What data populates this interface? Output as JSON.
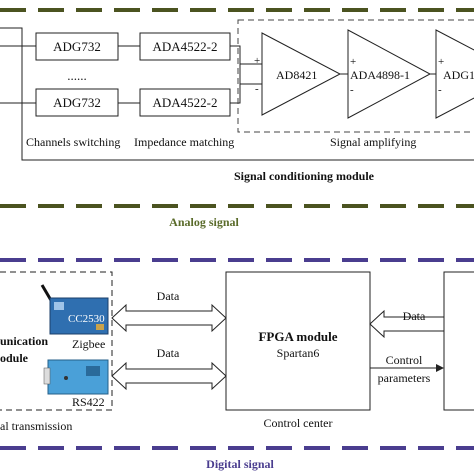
{
  "colors": {
    "analog_divider": "#4b5320",
    "digital_divider": "#4a3d8f",
    "analog_text": "#5a6b2a",
    "digital_text": "#4a3d8f",
    "zigbee_board": "#2f6fb0",
    "rs422_board": "#4aa0d8"
  },
  "analog": {
    "chip_top_1": "ADG732",
    "chip_bottom_1": "ADG732",
    "chip_top_2": "ADA4522-2",
    "chip_bottom_2": "ADA4522-2",
    "ellipsis": "......",
    "amp_1": "AD8421",
    "amp_2": "ADA4898-1",
    "amp_3": "ADG1",
    "plus": "+",
    "minus": "-",
    "label_channels": "Channels switching",
    "label_impedance": "Impedance matching",
    "label_amplifying": "Signal amplifying",
    "module_title": "Signal conditioning module",
    "section_label": "Analog signal"
  },
  "digital": {
    "comm_title_line1": "unication",
    "comm_title_line2": "odule",
    "cc2530_label": "CC2530",
    "zigbee_label": "Zigbee",
    "rs422_label": "RS422",
    "transmission_label": "al transmission",
    "data_label_1": "Data",
    "data_label_2": "Data",
    "data_label_3": "Data",
    "fpga_title": "FPGA module",
    "fpga_subtitle": "Spartan6",
    "control_center_label": "Control center",
    "control_params_line1": "Control",
    "control_params_line2": "parameters",
    "section_label": "Digital signal"
  }
}
